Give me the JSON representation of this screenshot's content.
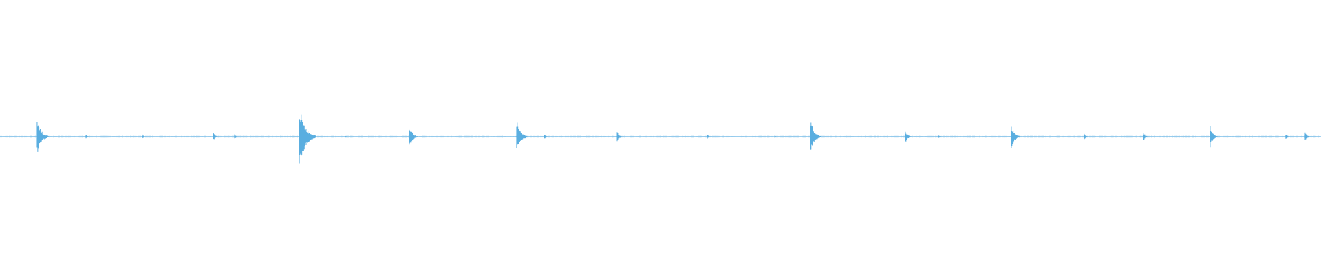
{
  "waveform": {
    "color": "#5aaee0",
    "baseline_color": "#6fb8e6",
    "duration_units": 1,
    "peaks": [
      {
        "t": 0.0281,
        "up": 0.56,
        "down": 0.56
      },
      {
        "t": 0.0651,
        "up": 0.06,
        "down": 0.06
      },
      {
        "t": 0.1076,
        "up": 0.08,
        "down": 0.08
      },
      {
        "t": 0.1617,
        "up": 0.12,
        "down": 0.1
      },
      {
        "t": 0.1776,
        "up": 0.07,
        "down": 0.07
      },
      {
        "t": 0.2266,
        "up": 0.92,
        "down": 0.92
      },
      {
        "t": 0.2615,
        "up": 0.03,
        "down": 0.03
      },
      {
        "t": 0.3099,
        "up": 0.35,
        "down": 0.35
      },
      {
        "t": 0.3911,
        "up": 0.51,
        "down": 0.51
      },
      {
        "t": 0.412,
        "up": 0.08,
        "down": 0.08
      },
      {
        "t": 0.4672,
        "up": 0.16,
        "down": 0.16
      },
      {
        "t": 0.5354,
        "up": 0.07,
        "down": 0.07
      },
      {
        "t": 0.5865,
        "up": 0.04,
        "down": 0.04
      },
      {
        "t": 0.6135,
        "up": 0.51,
        "down": 0.51
      },
      {
        "t": 0.6854,
        "up": 0.19,
        "down": 0.19
      },
      {
        "t": 0.7104,
        "up": 0.06,
        "down": 0.06
      },
      {
        "t": 0.7656,
        "up": 0.37,
        "down": 0.37
      },
      {
        "t": 0.8208,
        "up": 0.1,
        "down": 0.1
      },
      {
        "t": 0.8656,
        "up": 0.14,
        "down": 0.14
      },
      {
        "t": 0.9161,
        "up": 0.31,
        "down": 0.31
      },
      {
        "t": 0.9734,
        "up": 0.09,
        "down": 0.09
      },
      {
        "t": 0.988,
        "up": 0.14,
        "down": 0.14
      }
    ]
  }
}
